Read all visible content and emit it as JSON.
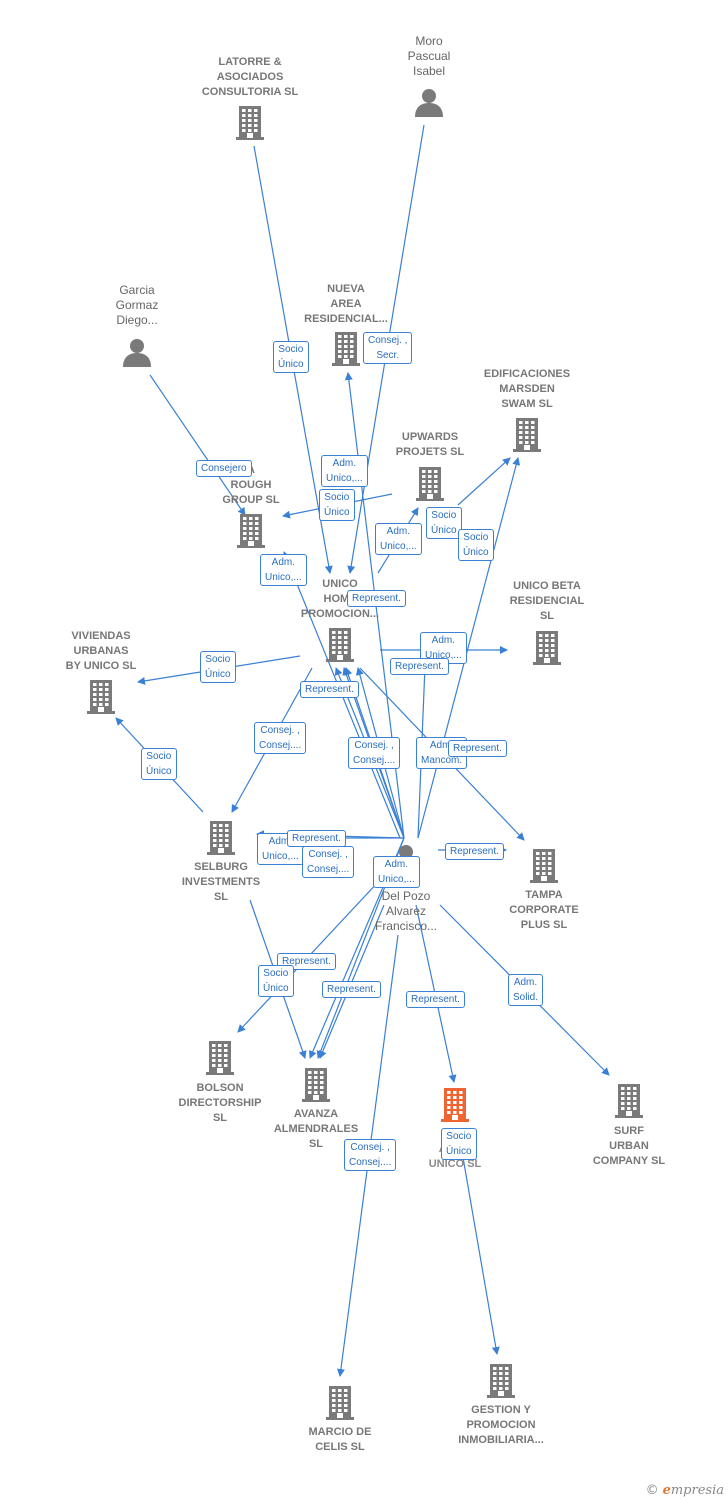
{
  "colors": {
    "edge": "#3a80d4",
    "node_icon": "#7a7a7a",
    "focal_icon": "#f06434",
    "label_text": "#777777"
  },
  "nodes": [
    {
      "id": "latorre",
      "label": "LATORRE &\nASOCIADOS\nCONSULTORIA SL",
      "type": "company"
    },
    {
      "id": "moro",
      "label": "Moro\nPascual\nIsabel",
      "type": "person"
    },
    {
      "id": "garcia",
      "label": "Garcia\nGormaz\nDiego...",
      "type": "person"
    },
    {
      "id": "nueva",
      "label": "NUEVA\nAREA\nRESIDENCIAL...",
      "type": "company"
    },
    {
      "id": "edificaciones",
      "label": "EDIFICACIONES\nMARSDEN\nSWAM  SL",
      "type": "company"
    },
    {
      "id": "upwards",
      "label": "UPWARDS\nPROJETS  SL",
      "type": "company"
    },
    {
      "id": "rough",
      "label": "A\nROUGH\nGROUP  SL",
      "type": "company"
    },
    {
      "id": "unicohome",
      "label": "UNICO\nHOME\nPROMOCION...",
      "type": "company"
    },
    {
      "id": "unicobeta",
      "label": "UNICO BETA\nRESIDENCIAL\nSL",
      "type": "company"
    },
    {
      "id": "viviendas",
      "label": "VIVIENDAS\nURBANAS\nBY UNICO  SL",
      "type": "company"
    },
    {
      "id": "selburg",
      "label": "SELBURG\nINVESTMENTS\nSL",
      "type": "company"
    },
    {
      "id": "delpozo",
      "label": "Del Pozo\nAlvarez\nFrancisco...",
      "type": "person"
    },
    {
      "id": "tampa",
      "label": "TAMPA\nCORPORATE\nPLUS  SL",
      "type": "company"
    },
    {
      "id": "bolson",
      "label": "BOLSON\nDIRECTORSHIP\nSL",
      "type": "company"
    },
    {
      "id": "avanza",
      "label": "AVANZA\nALMENDRALES\nSL",
      "type": "company"
    },
    {
      "id": "acunico",
      "label": "AC...Y\nUNICO  SL",
      "type": "focal"
    },
    {
      "id": "surf",
      "label": "SURF\nURBAN\nCOMPANY SL",
      "type": "company"
    },
    {
      "id": "marcio",
      "label": "MARCIO DE\nCELIS  SL",
      "type": "company"
    },
    {
      "id": "gestion",
      "label": "GESTION Y\nPROMOCION\nINMOBILIARIA...",
      "type": "company"
    }
  ],
  "edges": [
    {
      "from": "latorre",
      "to": "unicohome",
      "label": "Socio\nÚnico"
    },
    {
      "from": "moro",
      "to": "unicohome",
      "label": "Consej. ,\nSecr."
    },
    {
      "from": "garcia",
      "to": "selburg",
      "label": "Consejero"
    },
    {
      "from": "delpozo",
      "to": "nueva",
      "label": "Adm.\nUnico,..."
    },
    {
      "from": "upwards",
      "to": "rough",
      "label": "Socio\nÚnico"
    },
    {
      "from": "delpozo",
      "to": "upwards",
      "label": "Adm.\nUnico,..."
    },
    {
      "from": "upwards",
      "to": "edificaciones",
      "label": "Socio\nÚnico"
    },
    {
      "from": "delpozo",
      "to": "edificaciones",
      "label": "Socio\nÚnico"
    },
    {
      "from": "delpozo",
      "to": "rough",
      "label": "Adm.\nUnico,..."
    },
    {
      "from": "delpozo",
      "to": "unicohome",
      "label": "Represent."
    },
    {
      "from": "unicohome",
      "to": "viviendas",
      "label": "Socio\nÚnico"
    },
    {
      "from": "unicohome",
      "to": "unicobeta",
      "label": "Adm.\nUnico,..."
    },
    {
      "from": "delpozo",
      "to": "unicobeta",
      "label": "Represent."
    },
    {
      "from": "delpozo",
      "to": "unicohome",
      "label": "Represent."
    },
    {
      "from": "selburg",
      "to": "viviendas",
      "label": "Socio\nÚnico"
    },
    {
      "from": "unicohome",
      "to": "selburg",
      "label": "Consej. ,\nConsej...."
    },
    {
      "from": "delpozo",
      "to": "unicohome",
      "label": "Consej. ,\nConsej...."
    },
    {
      "from": "delpozo",
      "to": "unicohome",
      "label": "Adm.\nMancom."
    },
    {
      "from": "unicohome",
      "to": "tampa",
      "label": "Represent."
    },
    {
      "from": "delpozo",
      "to": "selburg",
      "label": "Adm.\nUnico,..."
    },
    {
      "from": "delpozo",
      "to": "selburg",
      "label": "Represent."
    },
    {
      "from": "delpozo",
      "to": "avanza",
      "label": "Consej. ,\nConsej...."
    },
    {
      "from": "delpozo",
      "to": "selburg",
      "label": "Adm.\nUnico,..."
    },
    {
      "from": "delpozo",
      "to": "tampa",
      "label": "Represent."
    },
    {
      "from": "delpozo",
      "to": "bolson",
      "label": "Represent."
    },
    {
      "from": "selburg",
      "to": "avanza",
      "label": "Socio\nÚnico"
    },
    {
      "from": "delpozo",
      "to": "avanza",
      "label": "Represent."
    },
    {
      "from": "delpozo",
      "to": "acunico",
      "label": "Represent."
    },
    {
      "from": "delpozo",
      "to": "surf",
      "label": "Adm.\nSolid."
    },
    {
      "from": "delpozo",
      "to": "marcio",
      "label": "Consej. ,\nConsej...."
    },
    {
      "from": "acunico",
      "to": "gestion",
      "label": "Socio\nÚnico"
    }
  ],
  "brand": {
    "copyright": "©",
    "initial": "e",
    "rest": "mpresia"
  }
}
